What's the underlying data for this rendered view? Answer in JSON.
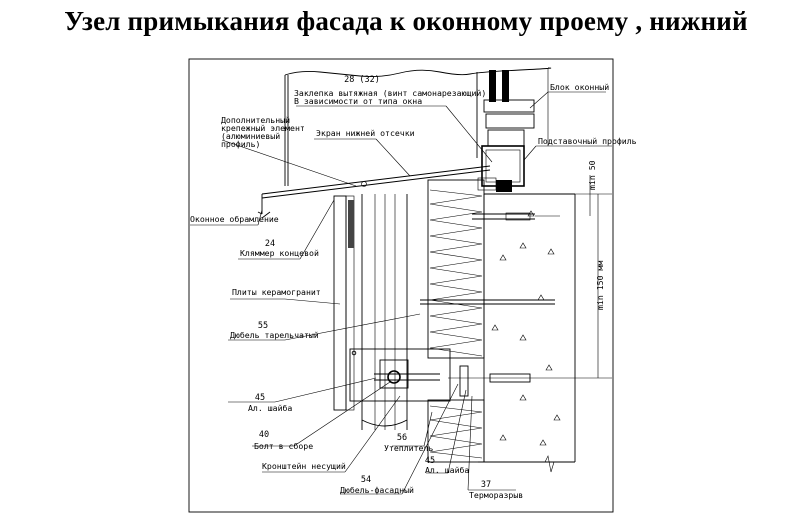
{
  "title": "Узел примыкания фасада к оконному проему , нижний",
  "labels": {
    "rivet_number": "28 (32)",
    "rivet_line1": "Заклепка вытяжная (винт самонарезающий)",
    "rivet_line2": "В зависимости от типа окна",
    "window_block": "Блок оконный",
    "sub_profile": "Подставочный профиль",
    "extra_fastener_line1": "Дополнительный",
    "extra_fastener_line2": "крепежный элемент",
    "extra_fastener_line3": "(алюминиевый",
    "extra_fastener_line4": "профиль)",
    "lower_screen": "Экран нижней отсечки",
    "window_frame": "Оконное обрамление",
    "clamp_number": "24",
    "clamp": "Кляммер концевой",
    "tiles": "Плиты керамогранит",
    "plate_dowel_number": "55",
    "plate_dowel": "Дюбель тарельчатый",
    "washer_number_left": "45",
    "washer_left": "Ал. шайба",
    "bolt_number": "40",
    "bolt": "Болт в сборе",
    "bracket": "Кронштейн несущий",
    "insulation_number": "56",
    "insulation": "Утеплитель",
    "facade_dowel_number": "54",
    "facade_dowel": "Дюбель-фасадный",
    "washer_number_right": "45",
    "washer_right": "Ал. шайба",
    "thermal_break_number": "37",
    "thermal_break": "Терморазрыв",
    "dim_min50": "min 50",
    "dim_min150": "min 150 мм"
  }
}
